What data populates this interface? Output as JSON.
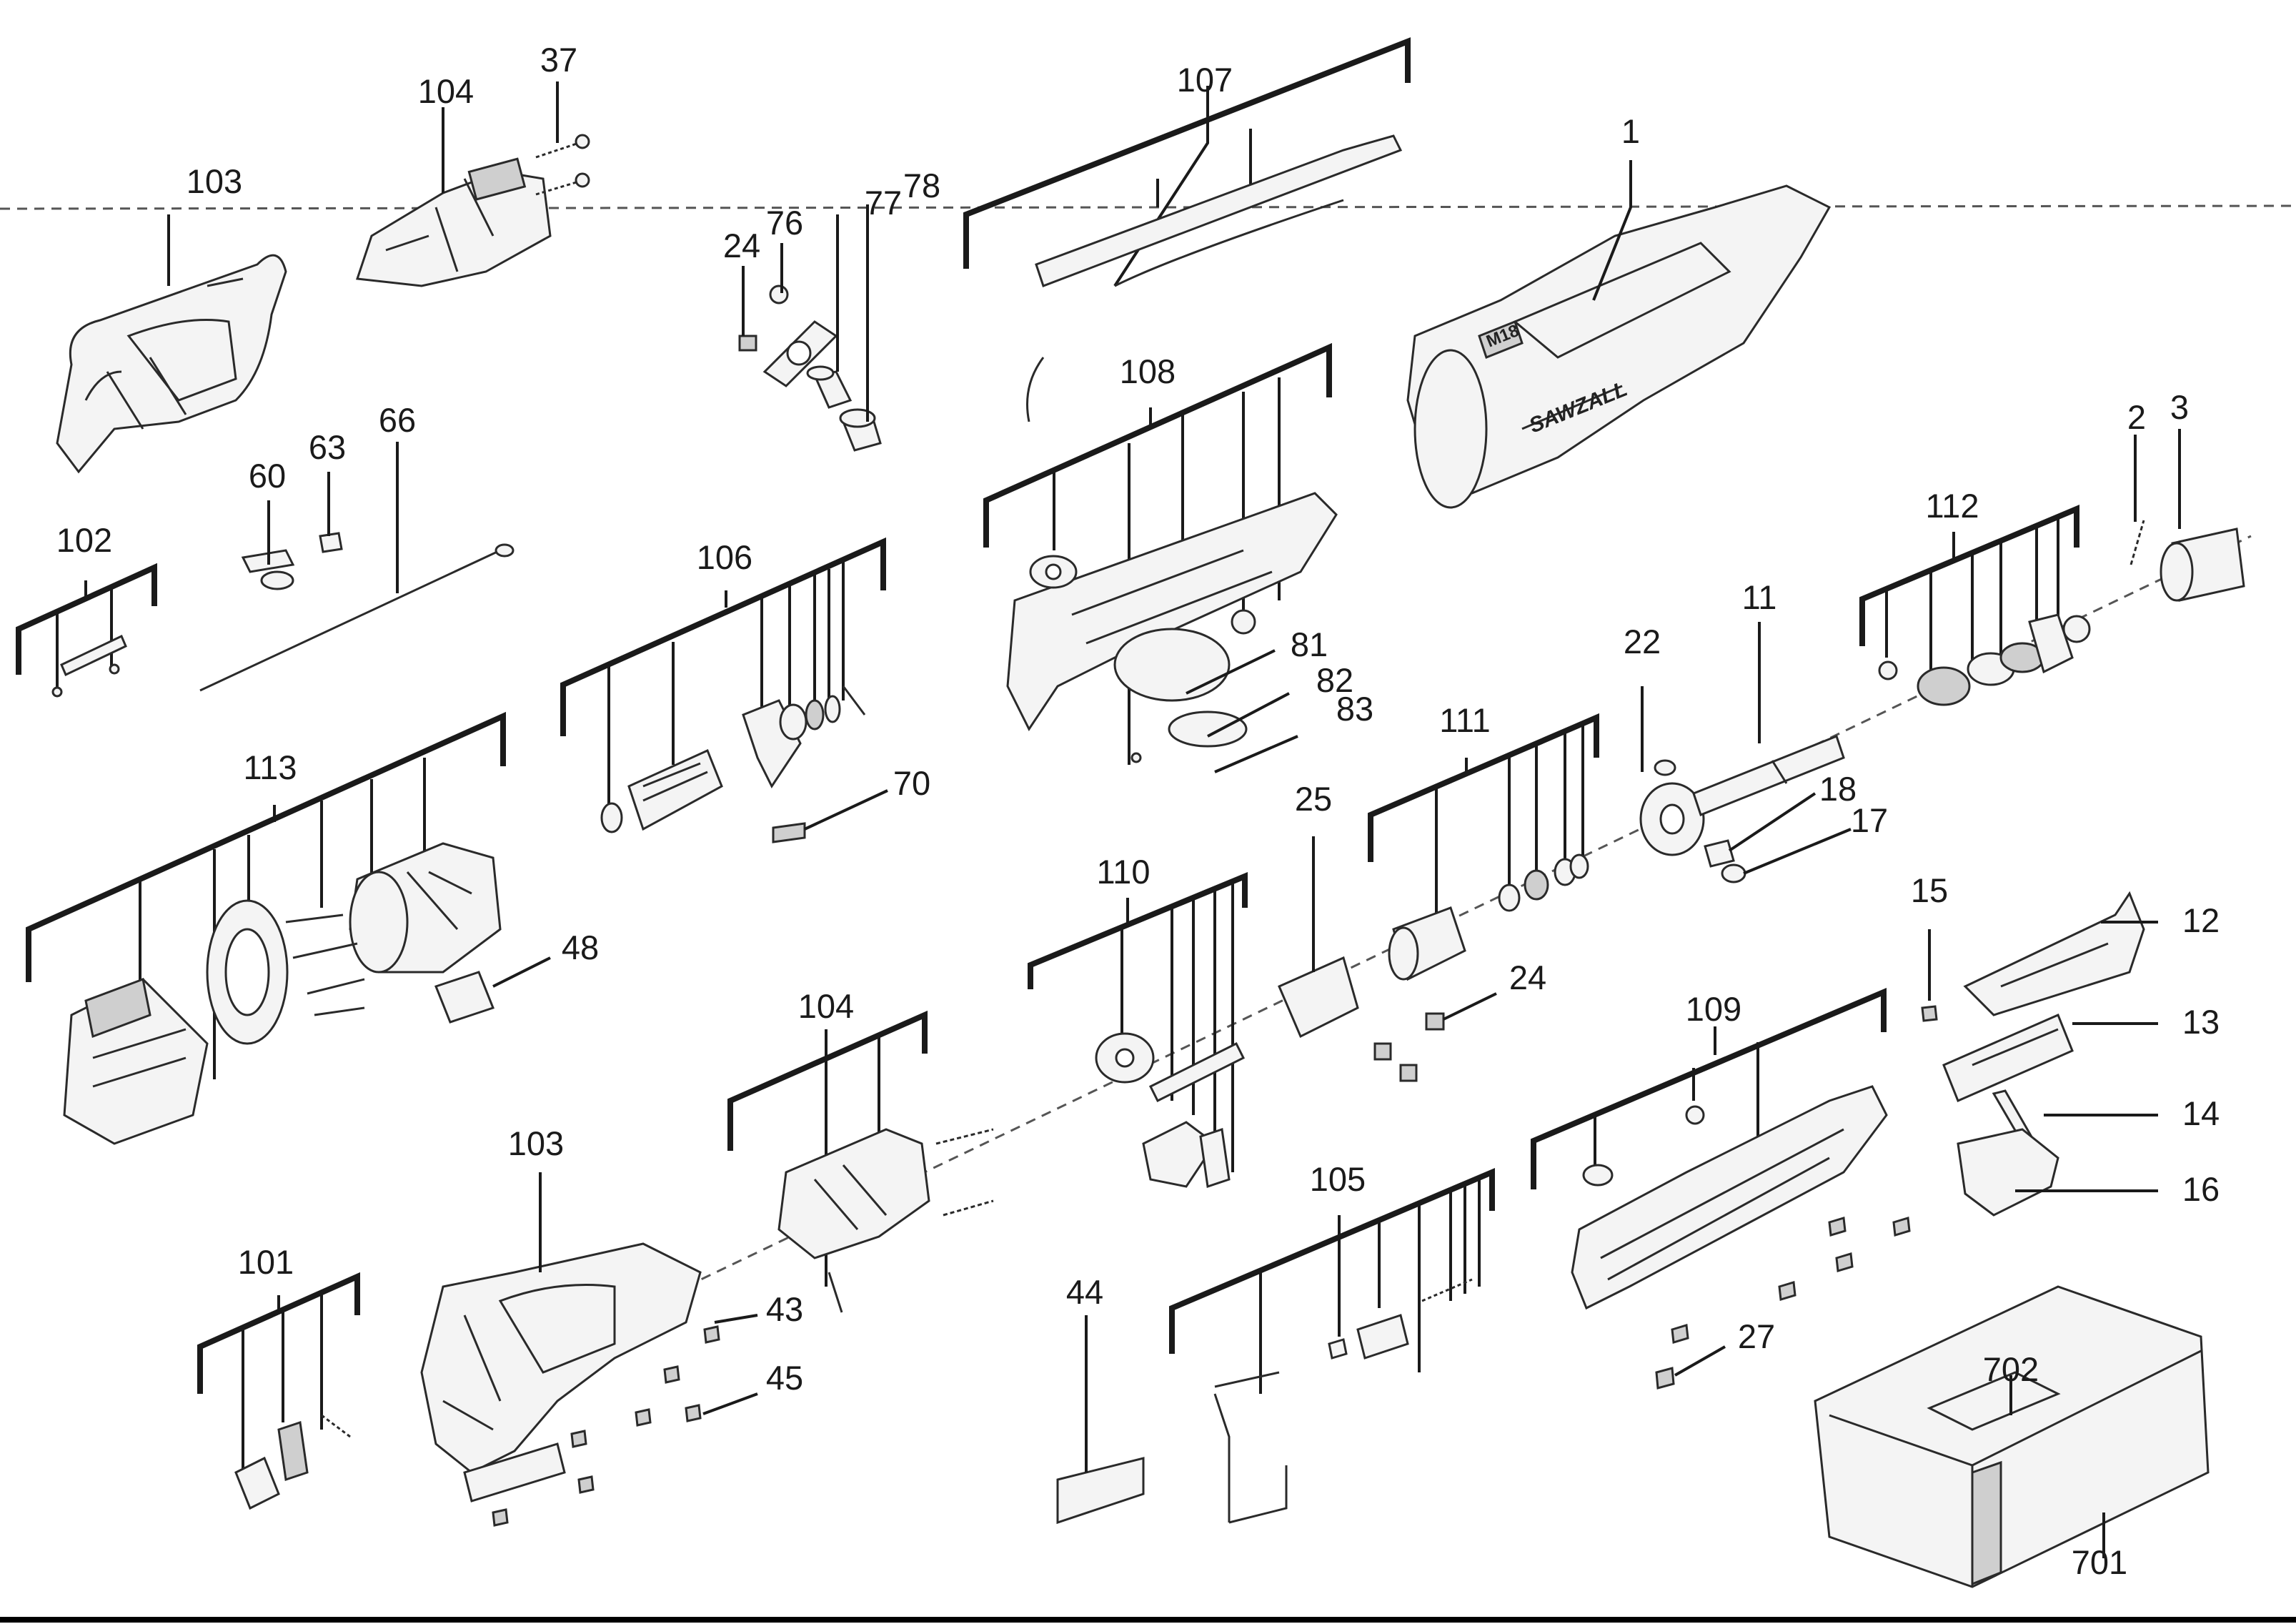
{
  "labels": {
    "p1": "1",
    "p2": "2",
    "p3": "3",
    "p11": "11",
    "p12": "12",
    "p13": "13",
    "p14": "14",
    "p15": "15",
    "p16": "16",
    "p17": "17",
    "p18": "18",
    "p22": "22",
    "p24a": "24",
    "p24b": "24",
    "p25": "25",
    "p27": "27",
    "p37": "37",
    "p43": "43",
    "p44": "44",
    "p45": "45",
    "p48": "48",
    "p60": "60",
    "p63": "63",
    "p66": "66",
    "p70": "70",
    "p76": "76",
    "p77": "77",
    "p78": "78",
    "p81": "81",
    "p82": "82",
    "p83": "83",
    "p101": "101",
    "p102": "102",
    "p103a": "103",
    "p103b": "103",
    "p104a": "104",
    "p104b": "104",
    "p105": "105",
    "p106": "106",
    "p107": "107",
    "p108": "108",
    "p109": "109",
    "p110": "110",
    "p111": "111",
    "p112": "112",
    "p113": "113",
    "p701": "701",
    "p702": "702"
  },
  "housing_brand": "M18",
  "housing_model": "SAWZALL"
}
